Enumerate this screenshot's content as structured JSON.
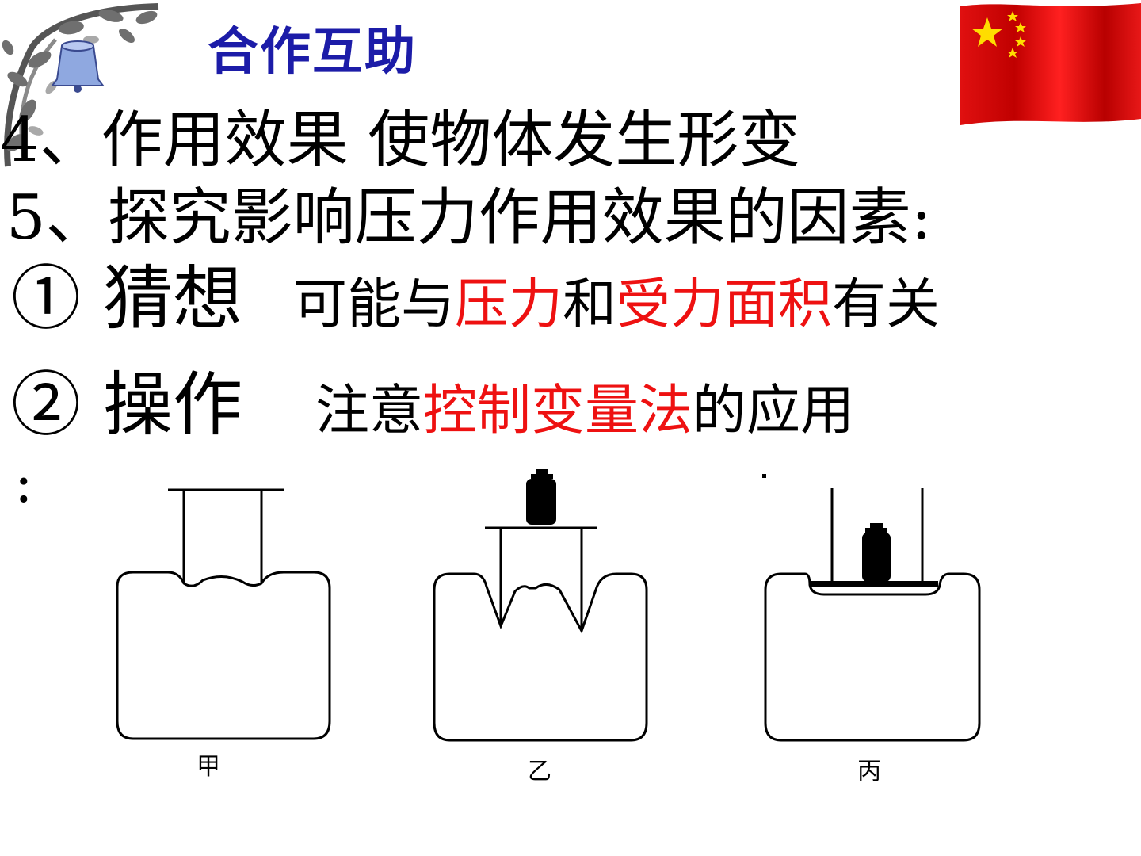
{
  "header": {
    "title": "合作互助"
  },
  "content": {
    "line4": {
      "num": "4",
      "text": "、作用效果  使物体发生形变"
    },
    "line5": {
      "num": "5",
      "text": "、探究影响压力作用效果的因素:"
    },
    "guess": {
      "label": "① 猜想",
      "prefix": "可能与",
      "factor1": "压力",
      "mid": "和",
      "factor2": "受力面积",
      "suffix": "有关"
    },
    "operation": {
      "label": "② 操作",
      "prefix": "注意",
      "method": "控制变量法",
      "suffix": "的应用",
      "trailing": ":"
    }
  },
  "figures": {
    "captions": [
      "甲",
      "乙",
      "丙"
    ]
  },
  "icons": {
    "corner": "bell-vine-icon",
    "flag": "china-flag-icon"
  },
  "colors": {
    "title": "#1c1ca8",
    "highlight": "#ee1111",
    "text": "#000000"
  }
}
